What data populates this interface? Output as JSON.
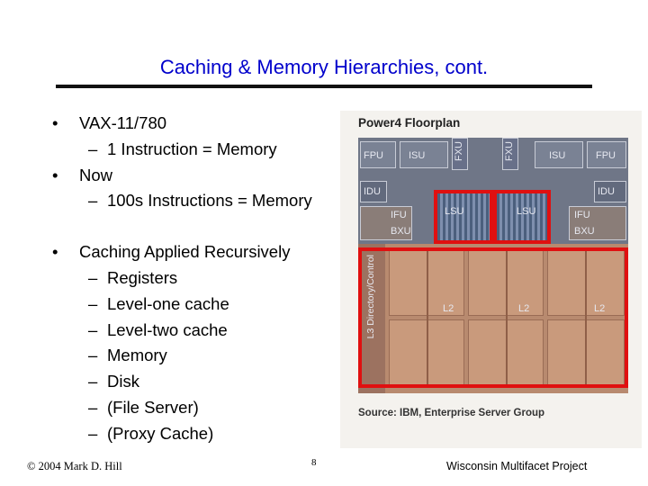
{
  "slide": {
    "title": "Caching & Memory Hierarchies, cont.",
    "bullets": [
      {
        "text": "VAX-11/780",
        "sub": [
          "1 Instruction = Memory"
        ]
      },
      {
        "text": "Now",
        "sub": [
          "100s Instructions = Memory"
        ]
      },
      {
        "text": "Caching Applied Recursively",
        "sub": [
          "Registers",
          "Level-one cache",
          "Level-two cache",
          "Memory",
          "Disk",
          "(File Server)",
          "(Proxy Cache)"
        ]
      }
    ],
    "bullet_symbol": "•",
    "dash_symbol": "–"
  },
  "figure": {
    "title": "Power4 Floorplan",
    "source": "Source: IBM, Enterprise Server Group",
    "labels": {
      "fpu_left": "FPU",
      "isu_left": "ISU",
      "fxu_left": "FXU",
      "fxu_right": "FXU",
      "isu_right": "ISU",
      "fpu_right": "FPU",
      "idu_left": "IDU",
      "ifu_left": "IFU",
      "bxu_left": "BXU",
      "lsu_left": "LSU",
      "lsu_right": "LSU",
      "idu_right": "IDU",
      "ifu_right": "IFU",
      "bxu_right": "BXU",
      "directory": "L3 Directory/Control",
      "l2_1": "L2",
      "l2_2": "L2",
      "l2_3": "L2"
    },
    "highlight_color": "#e01010"
  },
  "footer": {
    "left": "© 2004 Mark D. Hill",
    "page": "8",
    "right": "Wisconsin Multifacet Project"
  }
}
